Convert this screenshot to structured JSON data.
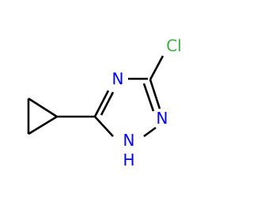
{
  "molecule": {
    "atoms": {
      "cl": {
        "label": "Cl",
        "color": "#3cb043"
      },
      "n_top": {
        "label": "N",
        "color": "#0000ff"
      },
      "n_right": {
        "label": "N",
        "color": "#0000ff"
      },
      "nh": {
        "label": "N",
        "color": "#0000ff"
      },
      "h": {
        "label": "H",
        "color": "#0000ff"
      }
    },
    "bond_color": "#000000"
  }
}
